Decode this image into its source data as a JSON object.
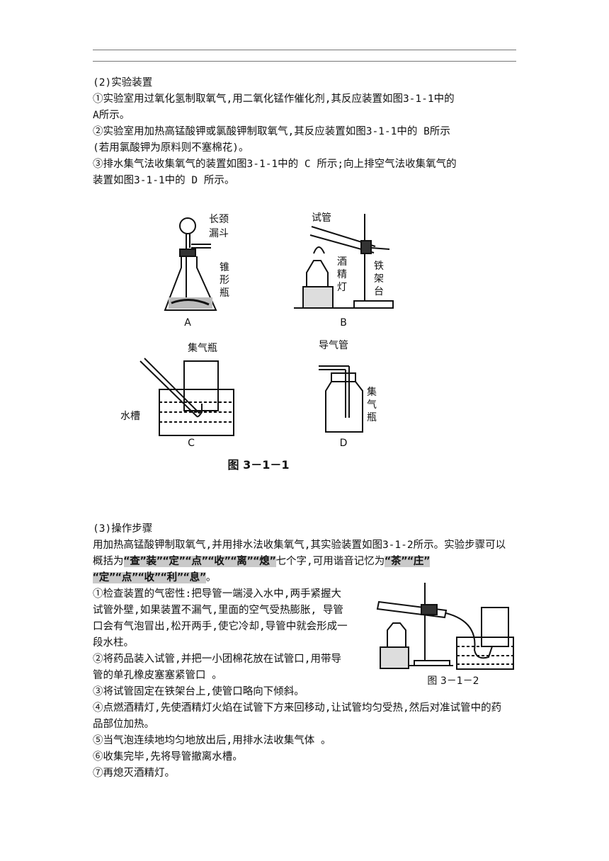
{
  "sec2": {
    "heading": "(2)实验装置",
    "l1": "①实验室用过氧化氢制取氧气,用二氧化锰作催化剂,其反应装置如图3-1-1中的",
    "l2": "A所示。",
    "l3": "②实验室用加热高锰酸钾或氯酸钾制取氧气,其反应装置如图3-1-1中的 B所示",
    "l4": "(若用氯酸钾为原料则不塞棉花)。",
    "l5": "③排水集气法收集氧气的装置如图3-1-1中的 C 所示;向上排空气法收集氧气的",
    "l6": "装置如图3-1-1中的 D 所示。"
  },
  "fig1": {
    "caption": "图 3－1－1",
    "a_label": "A",
    "a_funnel": [
      "长颈",
      "漏斗"
    ],
    "a_flask": [
      "锥",
      "形",
      "瓶"
    ],
    "b_label": "B",
    "b_tube": "试管",
    "b_lamp": [
      "酒",
      "精",
      "灯"
    ],
    "b_stand": [
      "铁",
      "架",
      "台"
    ],
    "c_label": "C",
    "c_bottle": "集气瓶",
    "c_trough": "水槽",
    "d_label": "D",
    "d_tube": "导气管",
    "d_bottle": [
      "集",
      "气",
      "瓶"
    ]
  },
  "sec3": {
    "heading": "(3)操作步骤",
    "intro1": "用加热高锰酸钾制取氧气,并用排水法收集氧气,其实验装置如图3-1-2所示。实验步骤可以",
    "intro2_a": "概括为",
    "intro2_hl1": "“查”装”“定”“点”“收”“离”“熄”",
    "intro2_b": "七个字,可用谐音记忆为",
    "intro2_hl2": "“茶”“庄”",
    "intro3_hl": "“定”“点”“收”“利”“息”",
    "intro3_b": "。",
    "s1_1": "①检查装置的气密性:把导管一端浸入水中,两手紧握大",
    "s1_2": "试管外壁,如果装置不漏气,里面的空气受热膨胀, 导管",
    "s1_3": "口会有气泡冒出,松开两手,使它冷却,导管中就会形成一",
    "s1_4": "段水柱。",
    "s2_1": "②将药品装入试管,并把一小团棉花放在试管口,用带导",
    "s2_2": "管的单孔橡皮塞塞紧管口 。",
    "s3": "③将试管固定在铁架台上,使管口略向下倾斜。",
    "s4_1": "④点燃酒精灯,先使酒精灯火焰在试管下方来回移动,让试管均匀受热,然后对准试管中的药",
    "s4_2": "品部位加热。",
    "s5": "⑤当气泡连续地均匀地放出后,用排水法收集气体 。",
    "s6": "⑥收集完毕,先将导管撤离水槽。",
    "s7": "⑦再熄灭酒精灯。"
  },
  "fig2": {
    "caption": "图 3－1－2"
  }
}
